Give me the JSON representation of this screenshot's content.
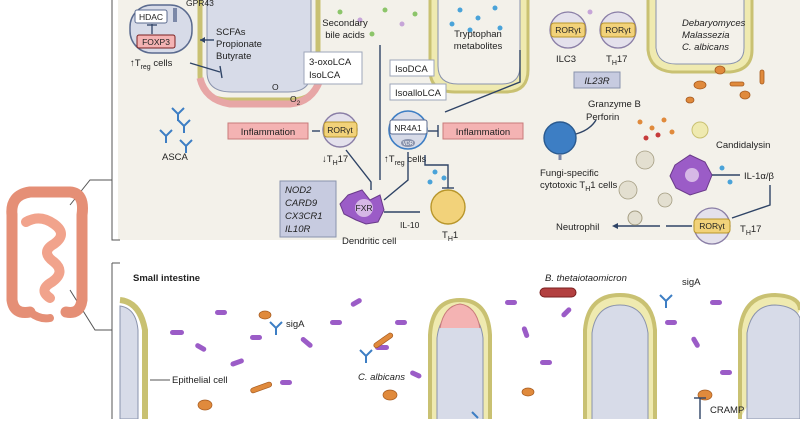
{
  "colors": {
    "background_top": "#f3f1ea",
    "epithelium": "#d7dbe8",
    "epithelium_stroke": "#8a93ad",
    "mucus": "#efeab0",
    "mucus_stroke": "#c9c172",
    "inflammation_fill": "#f4b3b3",
    "inflammation_text": "#7a1f1f",
    "label_box": "#ffffff",
    "label_box_stroke": "#9ea6ba",
    "gene_box": "#c7cbe0",
    "ror_fill": "#f2d27a",
    "ror_stroke": "#b8962b",
    "cell_blue": "#3d7ec4",
    "cell_purple": "#8b3fa8",
    "arrow": "#2f4466",
    "bacteria_purple": "#9b5cc7",
    "bacteria_orange": "#e08a3c",
    "gut_pink": "#f1a38c"
  },
  "top_panel": {
    "receptor_partial": "GPR43",
    "hdac": "HDAC",
    "foxp3": "FOXP3",
    "scfa_label": [
      "SCFAs",
      "Propionate",
      "Butyrate"
    ],
    "treg_up_prefix": "↑T",
    "treg_up_sub": "reg",
    "treg_up_suffix": " cells",
    "oxygen": "O",
    "oxygen_sub": "2",
    "lca_box": [
      "3-oxoLCA",
      "IsoLCA"
    ],
    "secondary_bile_acids": [
      "Secondary",
      "bile acids"
    ],
    "isodca_box": "IsoDCA",
    "isoallolca_box": "IsoalloLCA",
    "tryptophan_label": [
      "Tryptophan",
      "metabolites"
    ],
    "inflammation_left": "Inflammation",
    "inflammation_right": "Inflammation",
    "rorgt_center": "RORγt",
    "th17_down_prefix": "↓T",
    "th17_sub": "H",
    "th17_suffix": "17",
    "nr4a1": "NR4A1",
    "vdr": "VDR",
    "treg_center_prefix": "↑T",
    "treg_center_sub": "reg",
    "treg_center_suffix": " cells",
    "asca": "ASCA",
    "genes": [
      "NOD2",
      "CARD9",
      "CX3CR1",
      "IL10R"
    ],
    "fxr": "FXR",
    "dendritic_cell": "Dendritic cell",
    "il10": "IL-10",
    "th1_prefix": "T",
    "th1_sub": "H",
    "th1_suffix": "1",
    "ilc3_ror": "RORγt",
    "th17_ror": "RORγt",
    "ilc3": "ILC3",
    "th17_right_prefix": "T",
    "th17_right_sub": "H",
    "th17_right_suffix": "17",
    "il23r": "IL23R",
    "fungi_species": [
      "Debaryomyces",
      "Malassezia",
      "C. albicans"
    ],
    "granzyme": "Granzyme B",
    "perforin": "Perforin",
    "candidalysin": "Candidalysin",
    "fungi_cells": [
      "Fungi-specific",
      "cytotoxic T"
    ],
    "fungi_cells_sub": "H",
    "fungi_cells_suffix": "1 cells",
    "il1": "IL-1α/β",
    "neutrophil": "Neutrophil",
    "th17_bottom_ror": "RORγt",
    "th17_bottom_prefix": "T",
    "th17_bottom_sub": "H",
    "th17_bottom_suffix": "17"
  },
  "bottom_panel": {
    "title": "Small intestine",
    "siga_left": "sigA",
    "epithelial_cell": "Epithelial cell",
    "c_albicans": "C. albicans",
    "b_theta": "B. thetaiotaomicron",
    "siga_right": "sigA",
    "cramp": "CRAMP"
  }
}
